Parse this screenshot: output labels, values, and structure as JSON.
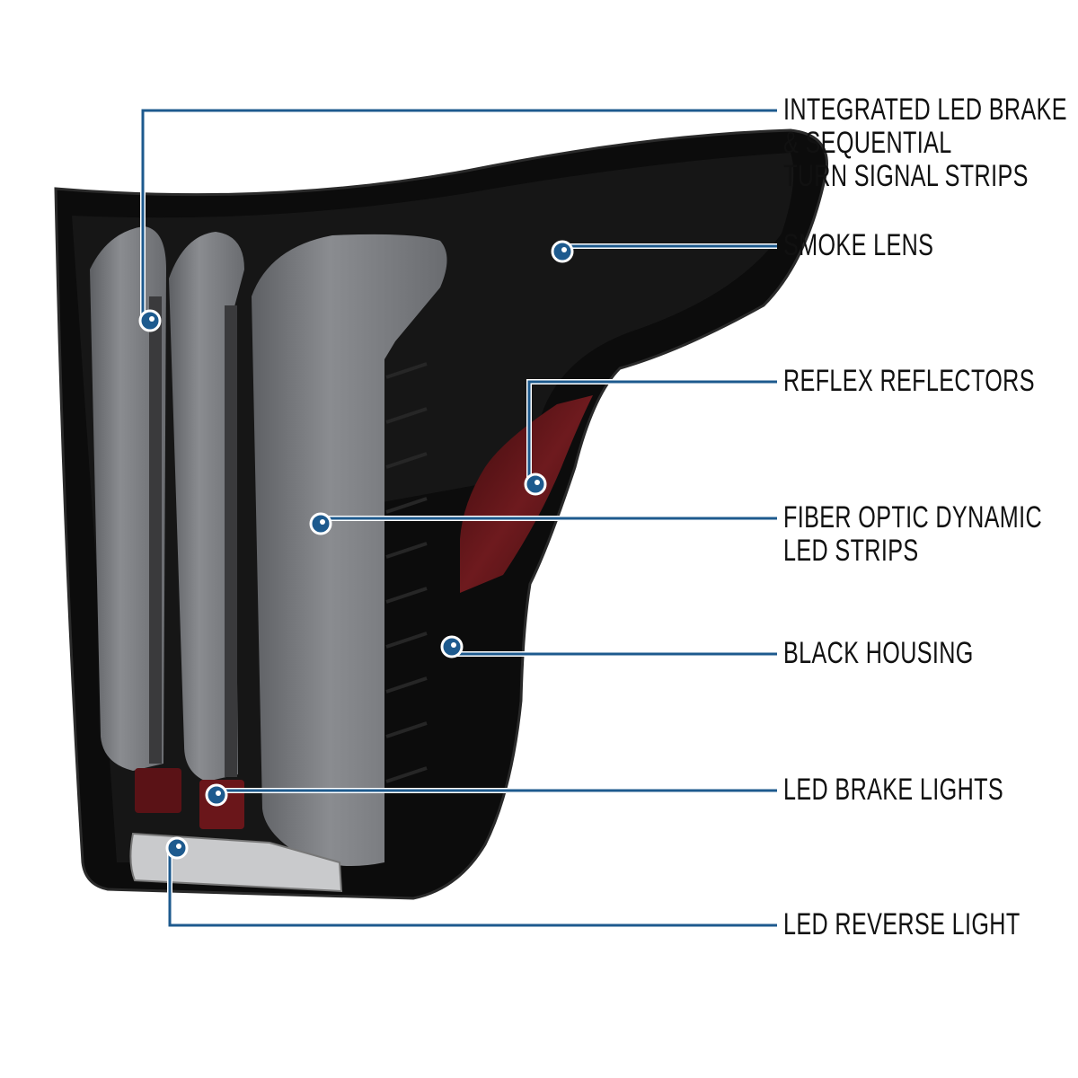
{
  "colors": {
    "callout_line": "#1d5a8e",
    "dot": "#1d5a8e",
    "text": "#111111",
    "housing": "#0c0c0c",
    "lens_bar": "#7d7f83",
    "reflector": "#5a1216"
  },
  "callouts": [
    {
      "id": "integrated-led",
      "lines": [
        "INTEGRATED LED BRAKE",
        "& SEQUENTIAL",
        "TURN SIGNAL STRIPS"
      ]
    },
    {
      "id": "smoke-lens",
      "lines": [
        "SMOKE LENS"
      ]
    },
    {
      "id": "reflex-reflectors",
      "lines": [
        "REFLEX REFLECTORS"
      ]
    },
    {
      "id": "fiber-optic",
      "lines": [
        "FIBER OPTIC DYNAMIC",
        "LED STRIPS"
      ]
    },
    {
      "id": "black-housing",
      "lines": [
        "BLACK HOUSING"
      ]
    },
    {
      "id": "led-brake-lights",
      "lines": [
        "LED BRAKE LIGHTS"
      ]
    },
    {
      "id": "led-reverse-light",
      "lines": [
        "LED REVERSE LIGHT"
      ]
    }
  ]
}
